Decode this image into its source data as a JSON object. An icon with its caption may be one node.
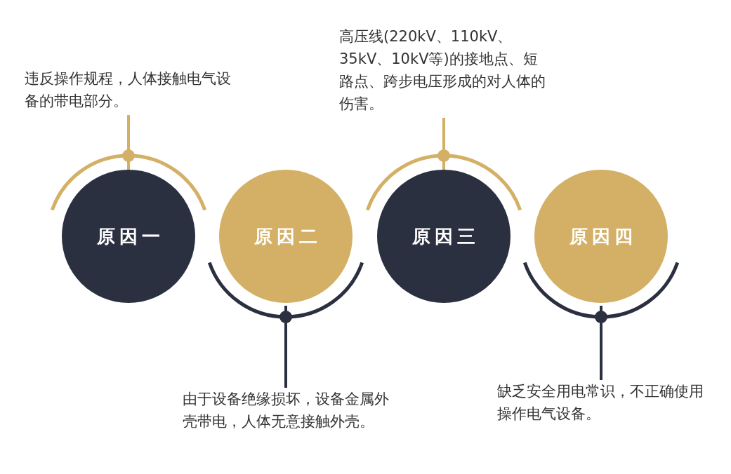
{
  "diagram": {
    "nodes": [
      {
        "text": [
          "原因一"
        ]
      },
      {
        "text": [
          "原因二"
        ]
      },
      {
        "text": [
          "原因三"
        ]
      },
      {
        "text": [
          "原因四"
        ]
      },
      {
        "text": [
          "违反操作规程，人体接触电气设备的带电部分。"
        ]
      },
      {
        "text": [
          "由于设备绝缘损坏，设备金属外壳带电，人体无意接触外壳。"
        ]
      },
      {
        "text": [
          "高压线(220kV、110kV、35kV、10kV等)的接地点、短路点、跨步电压形成的对人体的伤害。"
        ]
      },
      {
        "text": [
          "缺乏安全用电常识，不正确使用操作电气设备。"
        ]
      }
    ],
    "edges": [
      {
        "from": 4,
        "to": 0,
        "arrow": "none",
        "color": "#d3b066"
      },
      {
        "from": 5,
        "to": 1,
        "arrow": "none",
        "color": "#2b3040"
      },
      {
        "from": 6,
        "to": 2,
        "arrow": "none",
        "color": "#d3b066"
      },
      {
        "from": 7,
        "to": 3,
        "arrow": "none",
        "color": "#2b3040"
      }
    ]
  }
}
